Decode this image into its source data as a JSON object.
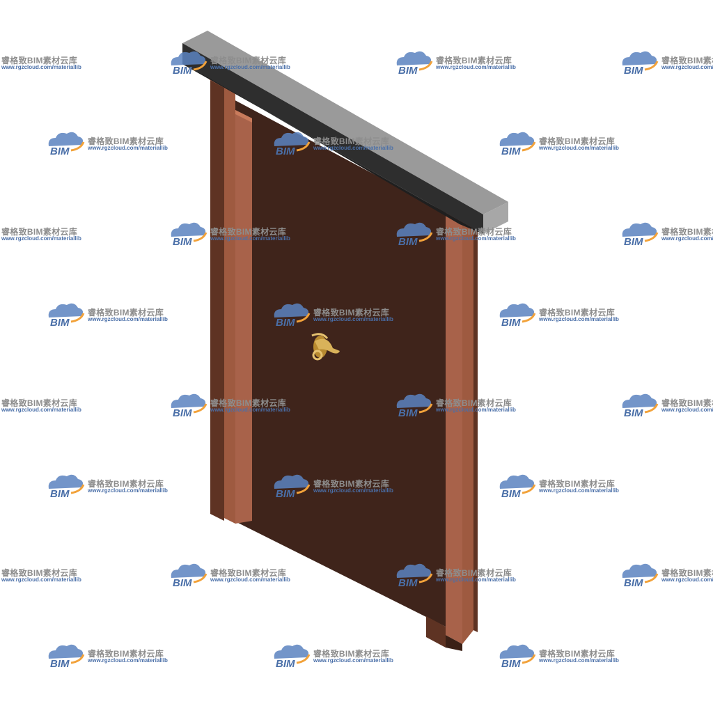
{
  "scene": {
    "subject": "door-model",
    "colors": {
      "background": "#ffffff",
      "header_top": "#9a9a9a",
      "header_front": "#a7a7a7",
      "header_shadow": "#2e2e2e",
      "door_panel": "#3f241b",
      "frame_face": "#9e5a40",
      "frame_edge": "#c97b5c",
      "frame_dark": "#5e3323",
      "handle": "#d9b25a"
    },
    "handle_icon": "lever-handle-icon"
  },
  "watermark": {
    "title": "睿格致BIM素材云库",
    "url": "www.rgzcloud.com/materiallib",
    "logo_text": "BIM",
    "logo_icon": "cloud-bim-logo-icon",
    "colors": {
      "cloud": "#5a82bf",
      "accent": "#f2a23a",
      "title": "#8d8d8d",
      "url": "#4a6fa8"
    }
  }
}
